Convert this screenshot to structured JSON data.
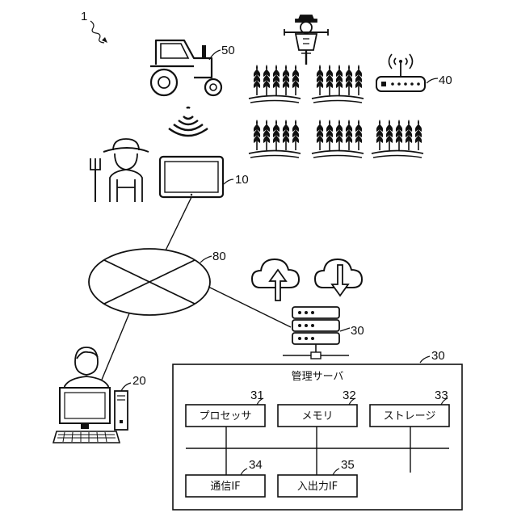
{
  "figure": {
    "main_ref": "1",
    "labels": {
      "tractor": "50",
      "sensor": "40",
      "tablet": "10",
      "network": "80",
      "server": "30",
      "pc": "20",
      "server_detail": "30"
    }
  },
  "server_detail": {
    "title": "管理サーバ",
    "blocks": [
      {
        "ref": "31",
        "label": "プロセッサ"
      },
      {
        "ref": "32",
        "label": "メモリ"
      },
      {
        "ref": "33",
        "label": "ストレージ"
      },
      {
        "ref": "34",
        "label": "通信IF"
      },
      {
        "ref": "35",
        "label": "入出力IF"
      }
    ]
  },
  "icons": {
    "scarecrow": "scarecrow-icon",
    "tractor": "tractor-icon",
    "wifi": "wireless-signal-icon",
    "crops": "wheat-crop-icon",
    "router": "router-icon",
    "farmer": "farmer-icon",
    "tablet": "tablet-icon",
    "cloud_up": "cloud-upload-icon",
    "cloud_down": "cloud-download-icon",
    "server": "server-icon",
    "user": "user-icon",
    "desktop": "desktop-pc-icon"
  }
}
